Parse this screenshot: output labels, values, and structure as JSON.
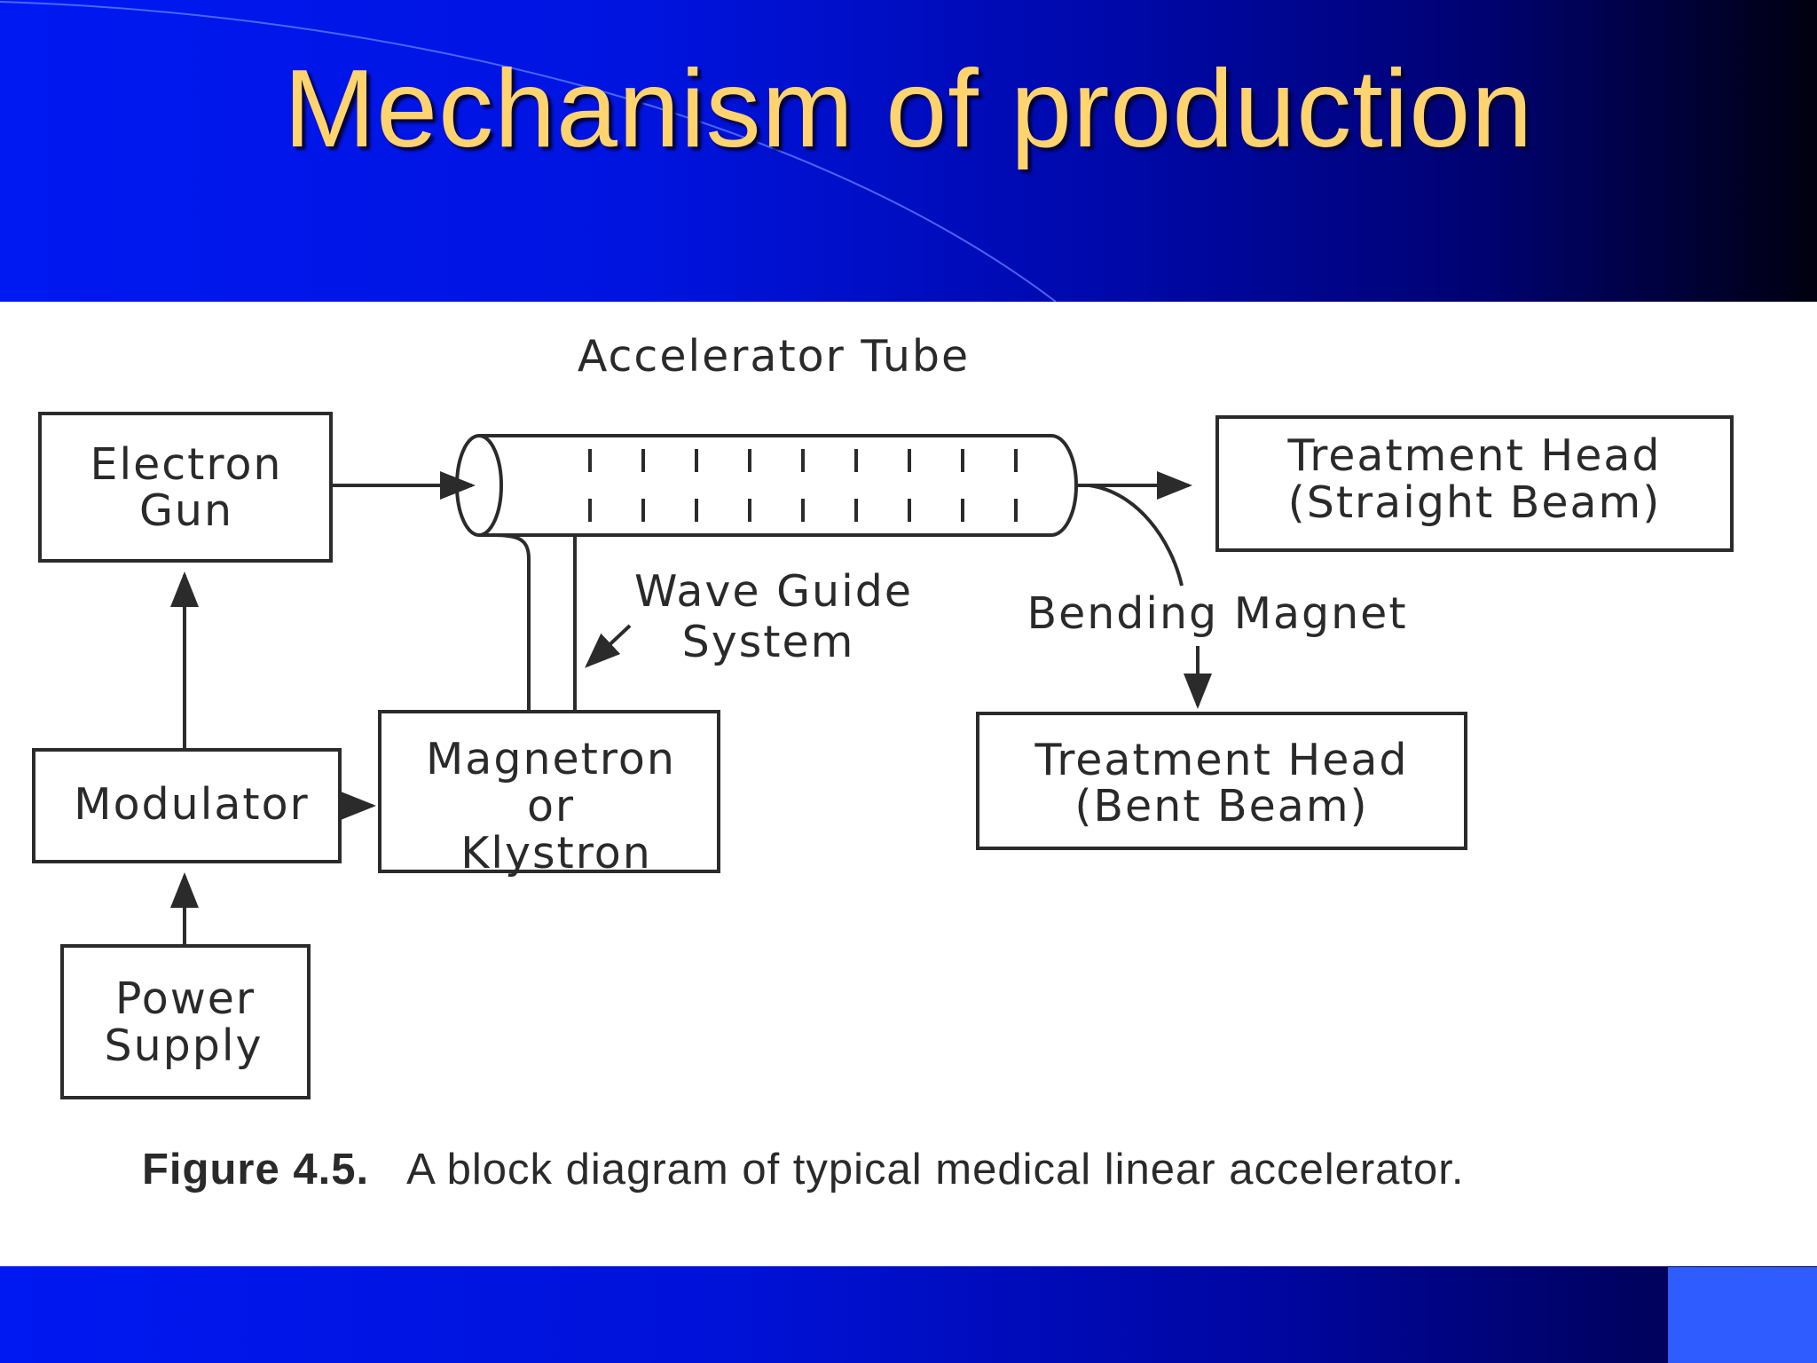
{
  "slide": {
    "title": "Mechanism of production",
    "colors": {
      "title": "#ffd36e",
      "header_blue": "#0018f2",
      "footer_square": "#2f5cff"
    }
  },
  "diagram": {
    "blocks": {
      "electron_gun": [
        "Electron",
        "Gun"
      ],
      "modulator": [
        "Modulator"
      ],
      "power_supply": [
        "Power",
        "Supply"
      ],
      "magnetron": [
        "Magnetron",
        "or",
        "Klystron"
      ],
      "treatment_head_straight": [
        "Treatment Head",
        "(Straight  Beam)"
      ],
      "treatment_head_bent": [
        "Treatment Head",
        "(Bent Beam)"
      ]
    },
    "labels": {
      "accelerator_tube": "Accelerator Tube",
      "wave_guide": [
        "Wave Guide",
        "System"
      ],
      "bending_magnet": "Bending  Magnet"
    }
  },
  "caption": {
    "label": "Figure 4.5.",
    "text": "A block diagram of typical medical linear accelerator."
  }
}
